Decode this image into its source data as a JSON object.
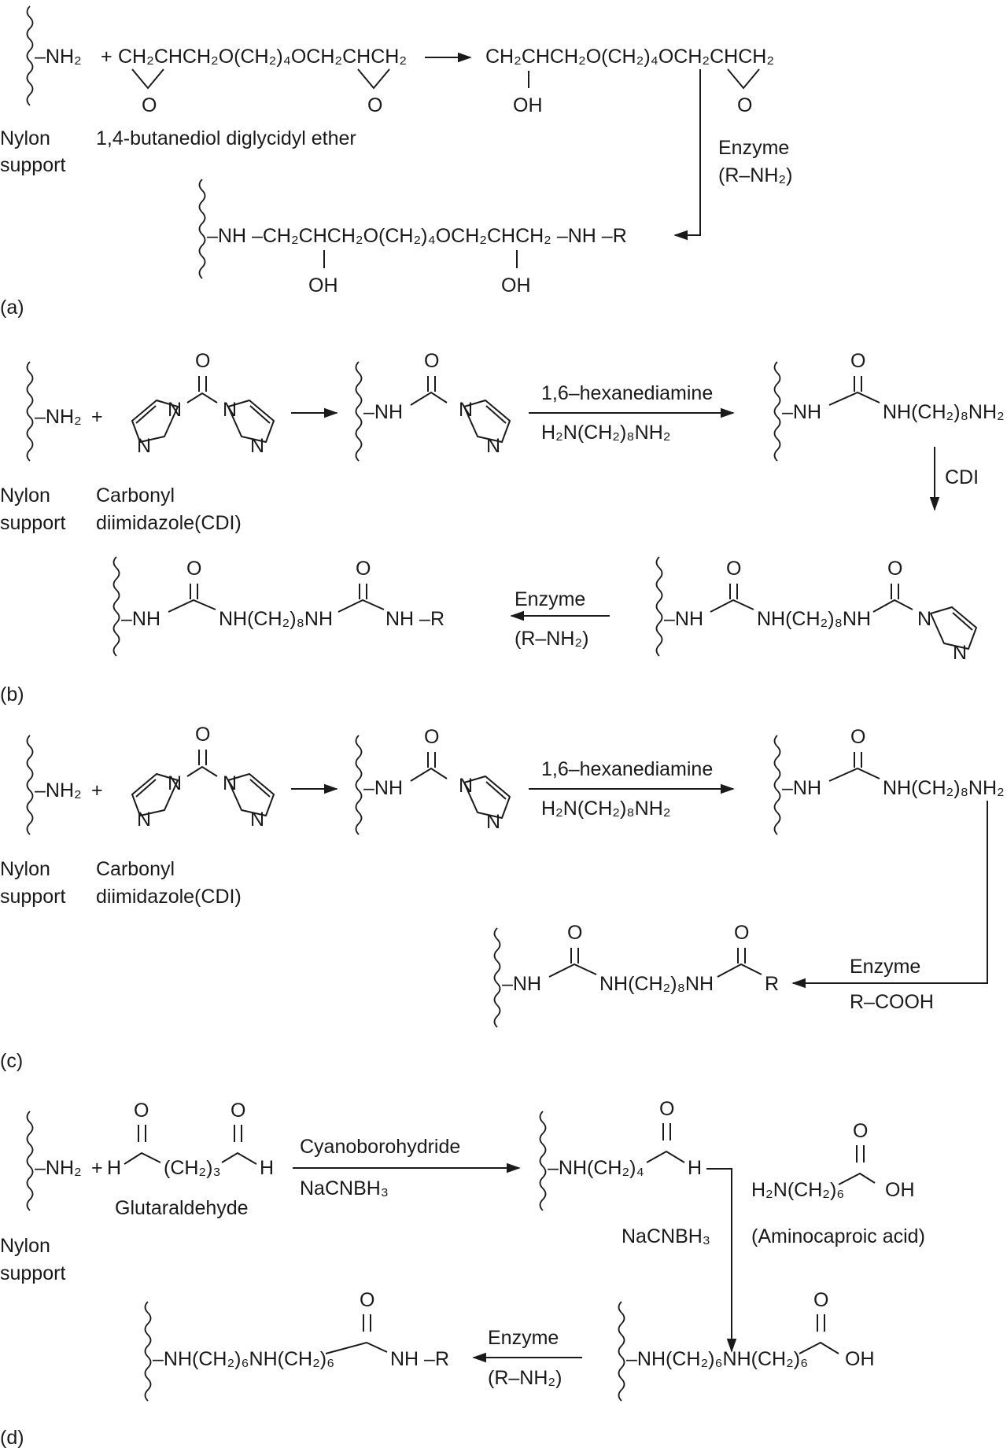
{
  "labels": {
    "nylon": "Nylon",
    "support": "support",
    "bdde": "1,4-butanediol diglycidyl ether",
    "enzyme": "Enzyme",
    "r_nh2": "(R–NH₂)",
    "r_cooh": "R–COOH",
    "carbonyl": "Carbonyl",
    "diimidazole": "diimidazole(CDI)",
    "hexanediamine": "1,6–hexanediamine",
    "hexanediamine_formula": "H₂N(CH₂)₈NH₂",
    "cdi": "CDI",
    "cyanoborohydride": "Cyanoborohydride",
    "nacnbh3": "NaCNBH₃",
    "glutaraldehyde": "Glutaraldehyde",
    "aminocaproic_formula": "H₂N(CH₂)₆",
    "aminocaproic_name": "(Aminocaproic acid)",
    "O": "O",
    "OH": "OH",
    "H": "H",
    "N": "N",
    "R": "R"
  },
  "panels": {
    "a": {
      "tag": "(a)",
      "support_group": "–NH₂",
      "plus": "+",
      "reagent_formula": "CH₂CHCH₂O(CH₂)₄OCH₂CHCH₂",
      "intermediate_formula": "CH₂CHCH₂O(CH₂)₄OCH₂CHCH₂",
      "product_formula": "–NH –CH₂CHCH₂O(CH₂)₄OCH₂CHCH₂ –NH –R"
    },
    "b": {
      "tag": "(b)",
      "support_group": "–NH₂",
      "plus": "+",
      "nh": "–NH",
      "chain_amine": "NH(CH₂)₈NH₂",
      "chain_nh": "NH(CH₂)₈NH",
      "end_r": "NH –R"
    },
    "c": {
      "tag": "(c)",
      "support_group": "–NH₂",
      "plus": "+",
      "nh": "–NH",
      "chain_amine": "NH(CH₂)₈NH₂",
      "chain_nh": "NH(CH₂)₈NH"
    },
    "d": {
      "tag": "(d)",
      "support_group": "–NH₂",
      "plus": "+",
      "glut_h": "H",
      "glut_chain": "(CH₂)₃",
      "aldehyde_product": "–NH(CH₂)₄",
      "acid_product": "–NH(CH₂)₆NH(CH₂)₆",
      "final_chain": "–NH(CH₂)₆NH(CH₂)₆",
      "end_r": "NH –R"
    }
  }
}
